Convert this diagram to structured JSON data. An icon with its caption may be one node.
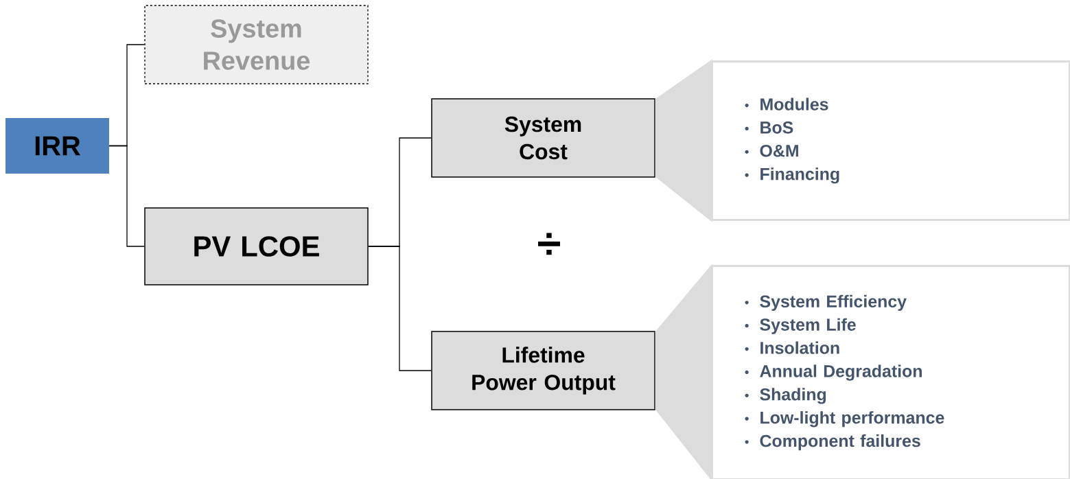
{
  "diagram": {
    "nodes": [
      {
        "text": [
          "IRR"
        ]
      },
      {
        "text": [
          "System Revenue"
        ]
      },
      {
        "text": [
          "PV LCOE"
        ]
      },
      {
        "text": [
          "System Cost"
        ]
      },
      {
        "text": [
          "Lifetime Power Output"
        ]
      },
      {
        "text": [
          "Modules",
          "BoS",
          "O&M",
          "Financing"
        ]
      },
      {
        "text": [
          "System Efficiency",
          "System Life",
          "Insolation",
          "Annual Degradation",
          "Shading",
          "Low-light performance",
          "Component failures"
        ]
      }
    ],
    "edges": [
      {
        "from": 0,
        "to": 1,
        "arrow": "none"
      },
      {
        "from": 0,
        "to": 2,
        "arrow": "none"
      },
      {
        "from": 2,
        "to": 3,
        "arrow": "none"
      },
      {
        "from": 2,
        "to": 4,
        "arrow": "none"
      },
      {
        "from": 3,
        "to": 5,
        "arrow": "none",
        "color": "#dcdcdc"
      },
      {
        "from": 4,
        "to": 6,
        "arrow": "none",
        "color": "#dcdcdc"
      }
    ],
    "labels": [
      "÷"
    ]
  }
}
